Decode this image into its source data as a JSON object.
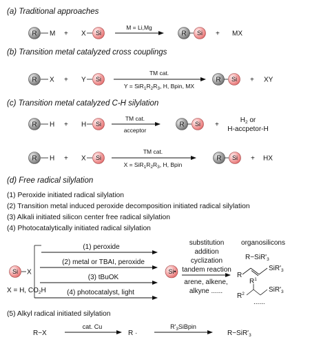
{
  "sections": {
    "a": {
      "header": "(a) Traditional approaches",
      "r": "R",
      "m": "M",
      "plus1": "+",
      "x": "X",
      "si": "Si",
      "arrow_top": "M = Li,Mg",
      "plus2": "+",
      "byproduct": "MX"
    },
    "b": {
      "header": "(b) Transition metal catalyzed cross couplings",
      "r": "R",
      "x": "X",
      "plus1": "+",
      "y": "Y",
      "si": "Si",
      "arrow_top": "TM cat.",
      "arrow_bottom_prefix": "Y = SiR",
      "sub1": "1",
      "r2": "R",
      "sub2": "2",
      "r3": "R",
      "sub3": "3",
      "arrow_bottom_suffix": ", H, Bpin, MX",
      "plus2": "+",
      "byproduct": "XY"
    },
    "c": {
      "header": "(c) Transition metal catalyzed C-H silylation",
      "row1": {
        "r": "R",
        "h": "H",
        "plus1": "+",
        "h2": "H",
        "si": "Si",
        "arrow_top": "TM cat.",
        "arrow_bottom": "acceptor",
        "plus2": "+",
        "byproduct_line1": "H",
        "byproduct_sub": "2",
        "byproduct_or": " or",
        "byproduct_line2": "H-accpetor-H"
      },
      "row2": {
        "r": "R",
        "h": "H",
        "plus1": "+",
        "x": "X",
        "si": "Si",
        "arrow_top": "TM cat.",
        "arrow_bottom_prefix": "X = SiR",
        "sub1": "1",
        "r2": "R",
        "sub2": "2",
        "r3": "R",
        "sub3": "3",
        "arrow_bottom_suffix": ", H, Bpin",
        "plus2": "+",
        "byproduct": "HX"
      }
    },
    "d": {
      "header": "(d) Free radical silylation",
      "items": [
        "(1) Peroxide initiated radical silylation",
        "(2) Transition metal induced peroxide decomposition initiated radical silylation",
        "(3) Alkali initiated silicon center free radical silylation",
        "(4) Photocatalytically initiated radical silylation"
      ],
      "scheme": {
        "si": "Si",
        "x": "X",
        "x_def": "X = H, CO",
        "x_def_sub": "2",
        "x_def_end": "H",
        "conditions": [
          "(1) peroxide",
          "(2) metal or TBAI, peroxide",
          "(3) tBuOK",
          "(4) photocatalyst, light"
        ],
        "radical": "Si•",
        "reactions": [
          "substitution",
          "addition",
          "cyclization",
          "tandem reaction",
          "arene, alkene,",
          "alkyne ......"
        ],
        "products_title": "organosilicons",
        "product1_prefix": "R−SiR'",
        "product1_sub": "3",
        "vinyl_r": "R",
        "vinyl_si": "SiR'",
        "vinyl_sub": "3",
        "r1": "R",
        "r1_sup": "1",
        "r2": "R",
        "r2_sup": "2",
        "alkyl_si": "SiR'",
        "alkyl_sub": "3",
        "dots": "......"
      },
      "item5": {
        "header": "(5) Alkyl radical initiated silylation",
        "reactant": "R−X",
        "cond1": "cat. Cu",
        "intermediate": "R ·",
        "cond2": "R'",
        "cond2_sub": "3",
        "cond2_end": "SiBpin",
        "product": "R−SiR'",
        "product_sub": "3"
      }
    }
  }
}
